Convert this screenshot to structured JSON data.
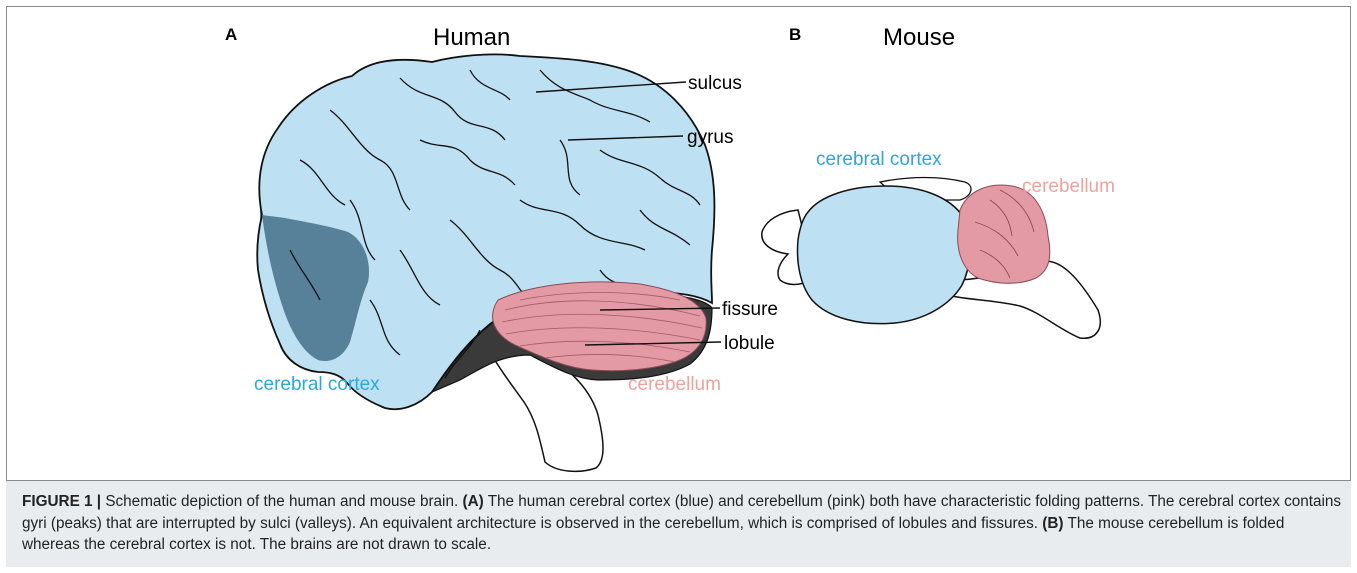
{
  "panel_a": {
    "letter": "A",
    "title": "Human",
    "labels": {
      "sulcus": "sulcus",
      "gyrus": "gyrus",
      "fissure": "fissure",
      "lobule": "lobule",
      "cerebral_cortex": "cerebral cortex",
      "cerebellum": "cerebellum"
    }
  },
  "panel_b": {
    "letter": "B",
    "title": "Mouse",
    "labels": {
      "cerebral_cortex": "cerebral cortex",
      "cerebellum": "cerebellum"
    }
  },
  "caption": {
    "figure_label": "FIGURE 1 |",
    "text_1": " Schematic depiction of the human and mouse brain. ",
    "bold_a": "(A)",
    "text_2": " The human cerebral cortex (blue) and cerebellum (pink) both have characteristic folding patterns. The cerebral cortex contains gyri (peaks) that are interrupted by sulci (valleys). An equivalent architecture is observed in the cerebellum, which is comprised of lobules and fissures. ",
    "bold_b": "(B)",
    "text_3": " The mouse cerebellum is folded whereas the cerebral cortex is not. The brains are not drawn to scale."
  },
  "colors": {
    "cortex_fill": "#bde0f2",
    "cortex_label": "#2aa7df",
    "cerebellum_fill": "#e39aa4",
    "cerebellum_label": "#eea39f",
    "temporal_dark": "#4e7891",
    "brainstem_dark": "#3a3a3a"
  }
}
